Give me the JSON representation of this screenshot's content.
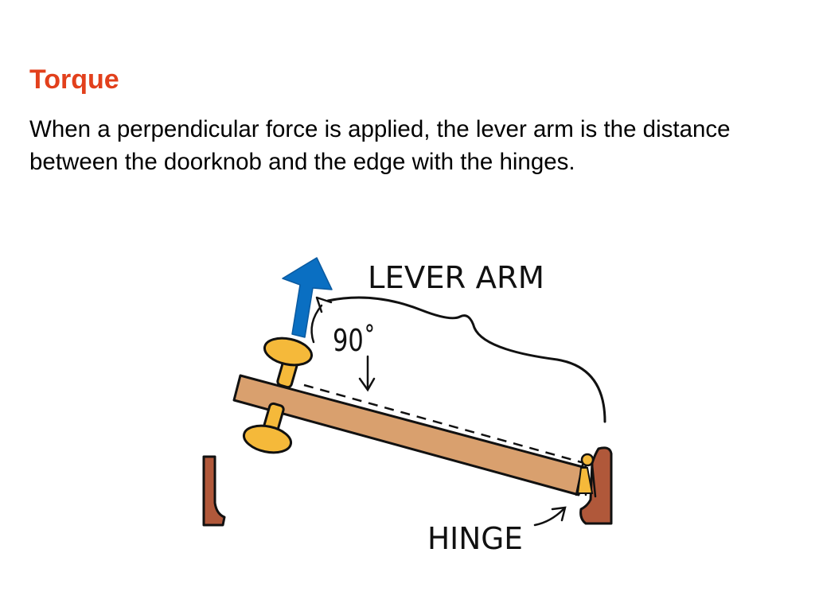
{
  "slide": {
    "title": "Torque",
    "body": "When a perpendicular force is applied, the lever arm is the distance between the doorknob and the edge with the hinges."
  },
  "diagram": {
    "labels": {
      "lever_arm": "LEVER ARM",
      "angle": "90˚",
      "hinge": "HINGE"
    },
    "colors": {
      "title": "#e2401c",
      "force_arrow": "#0a6fc2",
      "door": "#d9a06e",
      "knob": "#f5b93a",
      "frame": "#b0583a",
      "outline": "#111111"
    }
  }
}
